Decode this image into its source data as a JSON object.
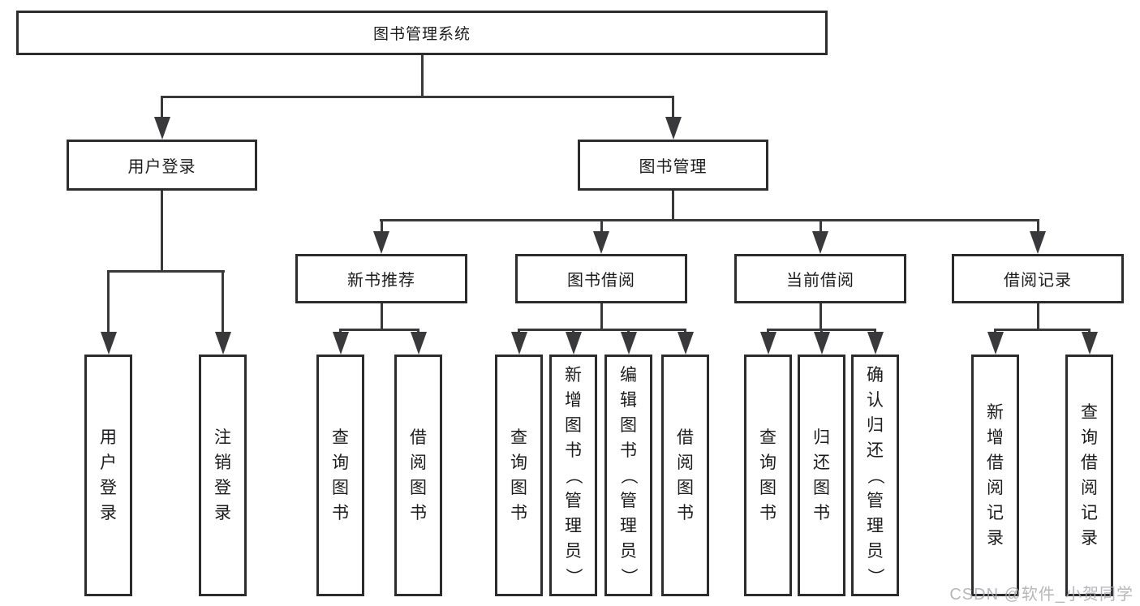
{
  "diagram": {
    "root": "图书管理系统",
    "user_login": {
      "label": "用户登录",
      "children": [
        "用户登录",
        "注销登录"
      ]
    },
    "book_management": {
      "label": "图书管理",
      "groups": [
        {
          "label": "新书推荐",
          "children": [
            "查询图书",
            "借阅图书"
          ]
        },
        {
          "label": "图书借阅",
          "children": [
            "查询图书",
            "新增图书（管理员）",
            "编辑图书（管理员）",
            "借阅图书"
          ]
        },
        {
          "label": "当前借阅",
          "children": [
            "查询图书",
            "归还图书",
            "确认归还（管理员）"
          ]
        },
        {
          "label": "借阅记录",
          "children": [
            "新增借阅记录",
            "查询借阅记录"
          ]
        }
      ]
    }
  },
  "watermark": "CSDN @软件_小贺同学",
  "colors": {
    "background": "#ffffff",
    "line": "#39393b",
    "box_border": "#2c2c2e",
    "text": "#1c1c1e",
    "watermark": "#ababaf"
  }
}
